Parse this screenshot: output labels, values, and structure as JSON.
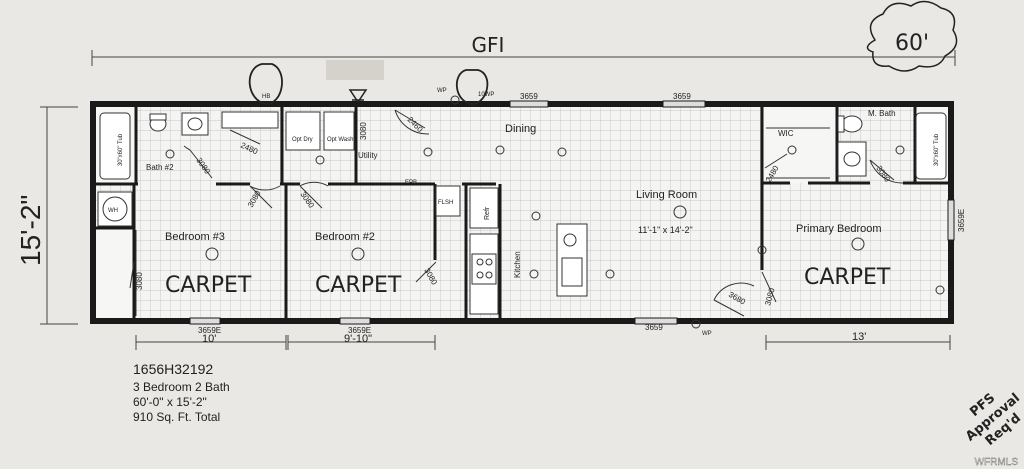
{
  "top_dimension": {
    "label": "GFI",
    "total": "60'"
  },
  "side_dimension": "15'-2\"",
  "plan_info": {
    "model": "1656H32192",
    "beds_baths": "3 Bedroom 2 Bath",
    "size": "60'-0\" x 15'-2\"",
    "area": "910 Sq. Ft. Total"
  },
  "rooms": {
    "dining": "Dining",
    "living": "Living Room",
    "living_dims": "11'-1\" x 14'-2\"",
    "primary": "Primary Bedroom",
    "bedroom3": "Bedroom #3",
    "bedroom2": "Bedroom #2",
    "kitchen": "Kitchen",
    "utility": "Utility",
    "bath2": "Bath #2",
    "mbath": "M. Bath",
    "wic": "WIC"
  },
  "carpet_note": "CARPET",
  "fixtures": {
    "opt_dry": "Opt Dry",
    "opt_wash": "Opt Wash",
    "wh": "WH",
    "refr": "Refr",
    "tub": "30\"x60\" Tub",
    "hb": "HB",
    "wp_top": "WP",
    "tenwp": "10WP",
    "epb": "EPB",
    "wp_bottom": "WP",
    "flsh": "FLSH"
  },
  "window_tags": {
    "top_mid": "3659",
    "top_right": "3659",
    "bottom_left1": "3659E",
    "bottom_left2": "3659E",
    "bottom_mid": "3659",
    "right_side": "3659E"
  },
  "door_tags": {
    "d2480_bath": "2480",
    "d3080_util": "3080",
    "d3080_b3": "3080",
    "d3080_b2": "3080",
    "d2480_wic": "2480",
    "d3080_mbath": "3080",
    "d3080_ext": "3080",
    "d3680": "3680",
    "d3080_primary": "3080",
    "d3080_closet3": "3080",
    "d3080_closet2": "3080",
    "d2460": "2460",
    "d3080_b2door": "3080"
  },
  "bottom_dims": {
    "b3": "10'",
    "b2": "9'-10\"",
    "primary": "13'"
  },
  "stamp": {
    "line1": "PFS",
    "line2": "Approval",
    "line3": "Req'd"
  },
  "watermark": "WFRMLS"
}
